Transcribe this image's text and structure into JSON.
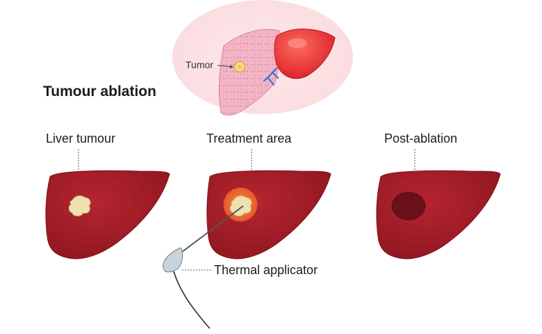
{
  "title": "Tumour ablation",
  "inset": {
    "tumor_label": "Tumor"
  },
  "stages": [
    {
      "label": "Liver tumour"
    },
    {
      "label": "Treatment area"
    },
    {
      "label": "Post-ablation"
    }
  ],
  "applicator_label": "Thermal applicator",
  "colors": {
    "liver": "#a01c26",
    "liver_edge": "#7d121a",
    "tumour": "#efe0b0",
    "treatment_halo": "#f0732e",
    "ablated_zone": "#6a1018",
    "inset_background": "#fde4e4",
    "inset_liver": "#f5b7c5",
    "gallbladder": "#e63a3a"
  }
}
